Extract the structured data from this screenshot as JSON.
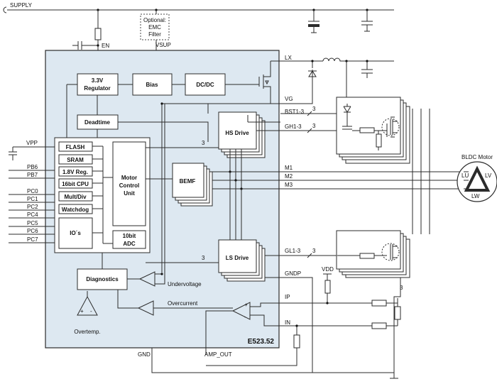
{
  "diagram": {
    "chip_name": "E523.52",
    "supply": "SUPPLY",
    "blocks": {
      "regulator": [
        "3.3V",
        "Regulator"
      ],
      "bias": "Bias",
      "dcdc": "DC/DC",
      "deadtime": "Deadtime",
      "flash": "FLASH",
      "sram": "SRAM",
      "reg18": "1.8V Reg.",
      "cpu": "16bit CPU",
      "multdiv": "Mult/Div",
      "watchdog": "Watchdog",
      "ios": "IO´s",
      "mcu": [
        "Motor",
        "Control",
        "Unit"
      ],
      "adc": [
        "10bit",
        "ADC"
      ],
      "bemf": "BEMF",
      "hs_drive": "HS Drive",
      "ls_drive": "LS Drive",
      "diagnostics": "Diagnostics",
      "emc": [
        "Optional:",
        "EMC",
        "Filter"
      ]
    },
    "pins_left": [
      "VPP",
      "PB6",
      "PB7",
      "PC0",
      "PC1",
      "PC2",
      "PC4",
      "PC5",
      "PC6",
      "PC7"
    ],
    "pins_top": [
      "EN",
      "VSUP"
    ],
    "pins_right": [
      "LX",
      "VG",
      "BST1-3",
      "GH1-3",
      "M1",
      "M2",
      "M3",
      "GL1-3",
      "GNDP",
      "IP",
      "IN"
    ],
    "pins_bottom": [
      "GND",
      "AMP_OUT"
    ],
    "bus_width": "3",
    "labels": {
      "undervoltage": "Undervoltage",
      "overcurrent": "Overcurrent",
      "overtemp": "Overtemp.",
      "vdd": "VDD",
      "motor": "BLDC Motor",
      "lu": "LU",
      "lv": "LV",
      "lw": "LW",
      "plus": "+",
      "minus": "-"
    }
  },
  "colors": {
    "chip_fill": "#dde8f1",
    "line": "#2b2b2b"
  }
}
